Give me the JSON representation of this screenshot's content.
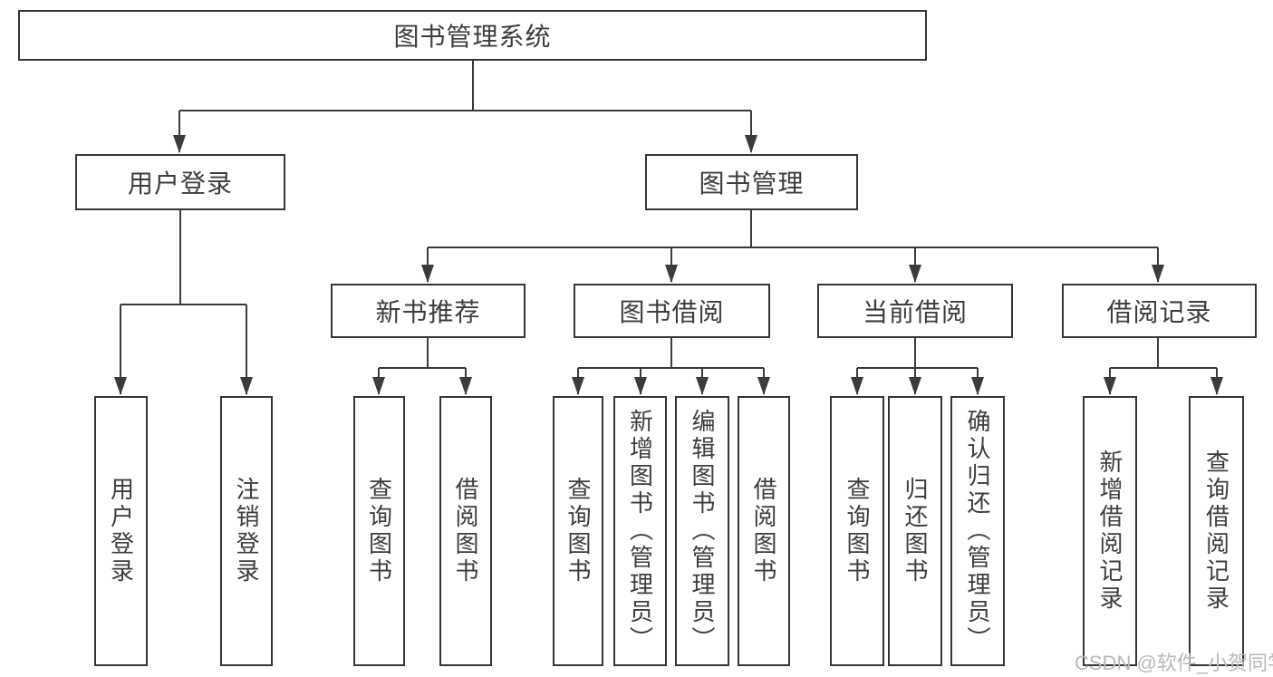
{
  "diagram_title": "图书管理系统",
  "nodes": {
    "root": "图书管理系统",
    "user_login": "用户登录",
    "book_management": "图书管理",
    "new_book_recommend": "新书推荐",
    "book_borrowing": "图书借阅",
    "current_borrowing": "当前借阅",
    "borrowing_records": "借阅记录",
    "leaf_user_login": "用户登录",
    "leaf_logout": "注销登录",
    "leaf_query_books_recommend": "查询图书",
    "leaf_borrow_books_recommend": "借阅图书",
    "leaf_query_books_borrowing": "查询图书",
    "leaf_add_book_admin": "新增图书（管理员）",
    "leaf_edit_book_admin": "编辑图书（管理员）",
    "leaf_borrow_books_borrowing": "借阅图书",
    "leaf_query_books_current": "查询图书",
    "leaf_return_book": "归还图书",
    "leaf_confirm_return_admin": "确认归还（管理员）",
    "leaf_add_borrow_record": "新增借阅记录",
    "leaf_query_borrow_record": "查询借阅记录"
  },
  "watermark": "CSDN @软件_小贺同学",
  "colors": {
    "line": "#3b3b3b",
    "text": "#3d3d3d",
    "watermark": "#b9b9b9",
    "background": "#ffffff"
  }
}
